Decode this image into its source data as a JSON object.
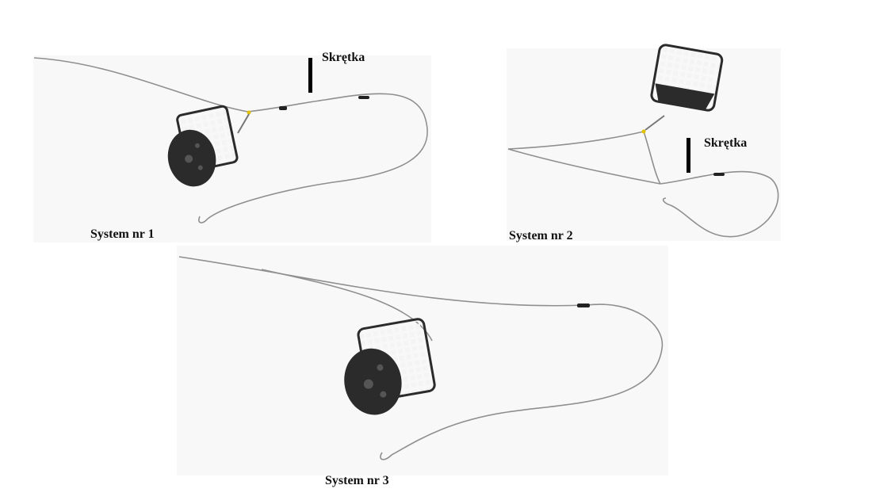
{
  "labels": {
    "system_1": "System nr 1",
    "system_2": "System nr 2",
    "system_3": "System nr 3",
    "skretka_1": "Skrętka",
    "skretka_2": "Skrętka"
  },
  "colors": {
    "line": "#8f8f8f",
    "feeder_body": "#2b2b2b",
    "swivel": "#e0c200",
    "marker": "#000000"
  }
}
